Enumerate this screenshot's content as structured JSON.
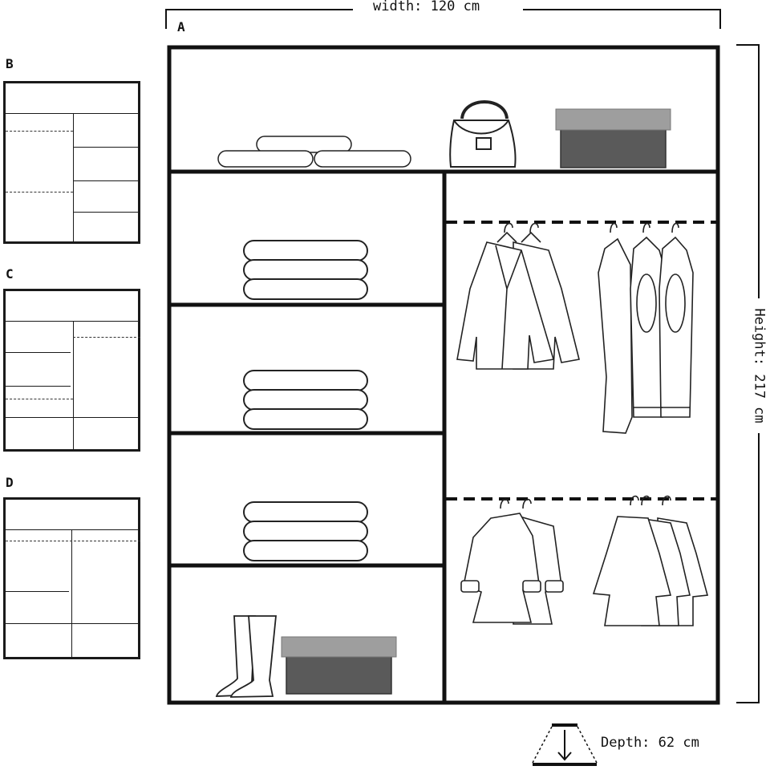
{
  "labels": {
    "main": "A",
    "variant_b": "B",
    "variant_c": "C",
    "variant_d": "D"
  },
  "dimensions": {
    "width": "width: 120 cm",
    "height": "Height: 217 cm",
    "depth": "Depth: 62 cm"
  },
  "colors": {
    "outline": "#111111",
    "box_lid": "#9e9e9e",
    "box_body": "#5a5a5a"
  },
  "icons": [
    "folded-towels-icon",
    "handbag-icon",
    "storage-box-icon",
    "folded-clothes-icon",
    "coat-icon",
    "knit-vest-icon",
    "boot-icon",
    "hanger-rail-icon",
    "depth-icon"
  ]
}
